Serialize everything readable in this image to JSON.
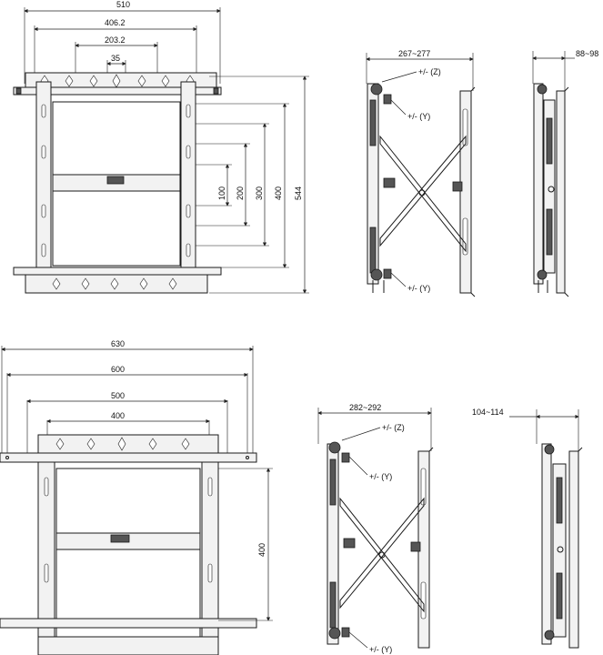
{
  "top_front": {
    "dims": {
      "w510": "510",
      "w406": "406.2",
      "w203": "203.2",
      "w35": "35",
      "h100": "100",
      "h200": "200",
      "h300": "300",
      "h400": "400",
      "h544": "544"
    }
  },
  "top_side": {
    "depth": "267~277",
    "z": "+/- (Z)",
    "y_upper": "+/- (Y)",
    "y_lower": "+/- (Y)"
  },
  "top_side_slim": {
    "depth": "88~98"
  },
  "bottom_front": {
    "dims": {
      "w630": "630",
      "w600": "600",
      "w500": "500",
      "w400": "400",
      "h400": "400"
    }
  },
  "bottom_side": {
    "depth": "282~292",
    "z": "+/- (Z)",
    "y_upper": "+/- (Y)",
    "y_lower": "+/- (Y)"
  },
  "bottom_side_slim": {
    "depth": "104~114"
  }
}
